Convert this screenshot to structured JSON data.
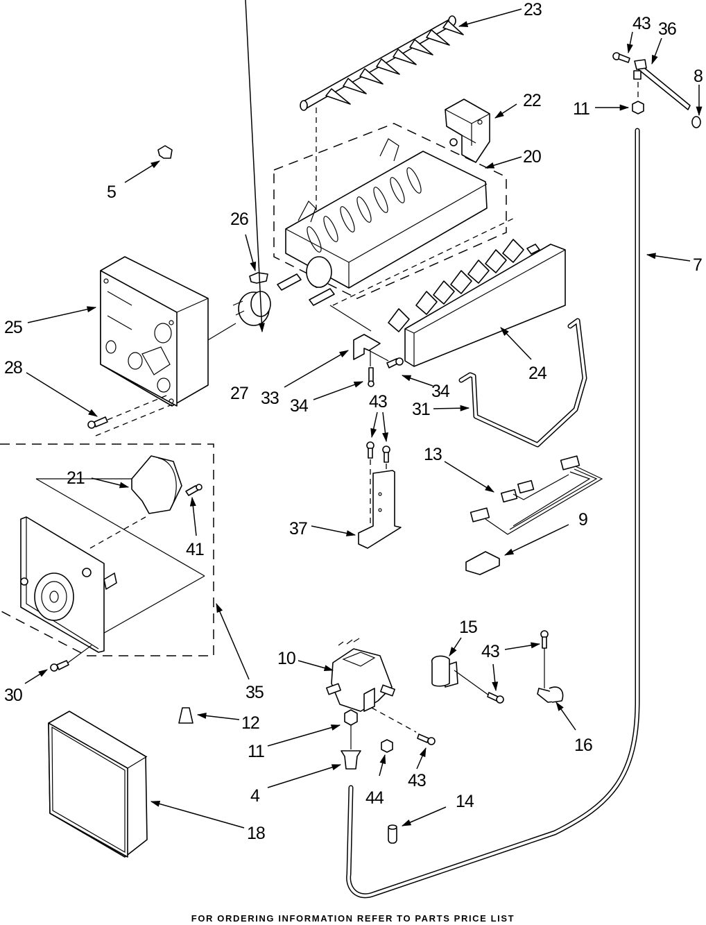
{
  "diagram": {
    "title": "Ice maker exploded parts diagram",
    "callouts": [
      {
        "id": "23",
        "text": "23",
        "part": "ejector"
      },
      {
        "id": "43a",
        "text": "43",
        "part": "screw"
      },
      {
        "id": "36",
        "text": "36",
        "part": "fill-tube-bracket"
      },
      {
        "id": "8",
        "text": "8",
        "part": "washer"
      },
      {
        "id": "22",
        "text": "22",
        "part": "fill-cup"
      },
      {
        "id": "11a",
        "text": "11",
        "part": "nut"
      },
      {
        "id": "20",
        "text": "20",
        "part": "mold-and-heater"
      },
      {
        "id": "5",
        "text": "5",
        "part": "clip"
      },
      {
        "id": "26",
        "text": "26",
        "part": "clip"
      },
      {
        "id": "7",
        "text": "7",
        "part": "water-tube"
      },
      {
        "id": "25",
        "text": "25",
        "part": "module-housing"
      },
      {
        "id": "28",
        "text": "28",
        "part": "screw"
      },
      {
        "id": "27",
        "text": "27",
        "part": "thermostat"
      },
      {
        "id": "33",
        "text": "33",
        "part": "bracket"
      },
      {
        "id": "34a",
        "text": "34",
        "part": "screw"
      },
      {
        "id": "34b",
        "text": "34",
        "part": "screw"
      },
      {
        "id": "24",
        "text": "24",
        "part": "stripper"
      },
      {
        "id": "43b",
        "text": "43",
        "part": "screw"
      },
      {
        "id": "31",
        "text": "31",
        "part": "shut-off-arm"
      },
      {
        "id": "21",
        "text": "21",
        "part": "motor"
      },
      {
        "id": "13",
        "text": "13",
        "part": "wire-harness"
      },
      {
        "id": "41",
        "text": "41",
        "part": "screw"
      },
      {
        "id": "37",
        "text": "37",
        "part": "mounting-bracket"
      },
      {
        "id": "9",
        "text": "9",
        "part": "connector"
      },
      {
        "id": "15",
        "text": "15",
        "part": "clamp"
      },
      {
        "id": "43c",
        "text": "43",
        "part": "screw"
      },
      {
        "id": "10",
        "text": "10",
        "part": "water-valve"
      },
      {
        "id": "30",
        "text": "30",
        "part": "screw"
      },
      {
        "id": "35",
        "text": "35",
        "part": "control-module"
      },
      {
        "id": "12",
        "text": "12",
        "part": "wire-nut"
      },
      {
        "id": "16",
        "text": "16",
        "part": "clamp"
      },
      {
        "id": "11b",
        "text": "11",
        "part": "nut"
      },
      {
        "id": "4",
        "text": "4",
        "part": "compression-sleeve"
      },
      {
        "id": "44",
        "text": "44",
        "part": "nut"
      },
      {
        "id": "43d",
        "text": "43",
        "part": "screw"
      },
      {
        "id": "14",
        "text": "14",
        "part": "insert"
      },
      {
        "id": "18",
        "text": "18",
        "part": "cover"
      }
    ]
  },
  "footer": {
    "text": "FOR ORDERING INFORMATION REFER TO PARTS PRICE LIST"
  }
}
